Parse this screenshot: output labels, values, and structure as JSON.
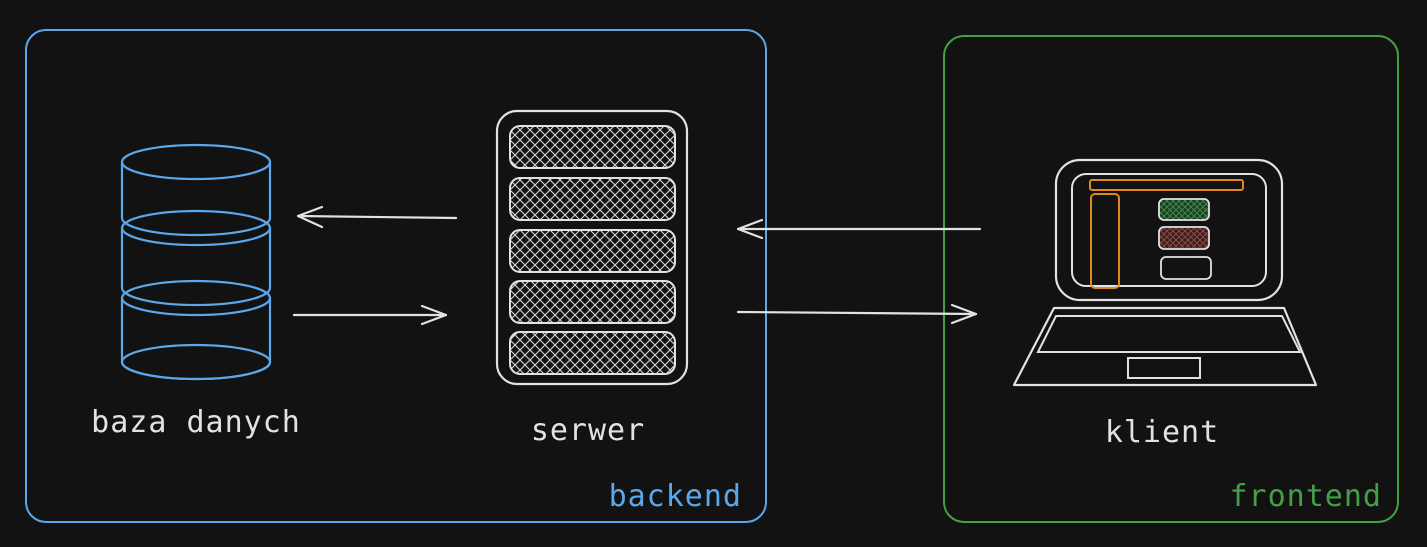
{
  "colors": {
    "background": "#121212",
    "backend": "#5aa7ec",
    "frontend": "#43a047",
    "stroke": "#e2e2e2",
    "ui_bar": "#e08a1e",
    "ui_green": "#2f7a3a",
    "ui_red": "#7a3a35"
  },
  "groups": {
    "backend": {
      "label": "backend"
    },
    "frontend": {
      "label": "frontend"
    }
  },
  "nodes": {
    "database": {
      "label": "baza danych",
      "icon": "database-icon"
    },
    "server": {
      "label": "serwer",
      "icon": "server-icon"
    },
    "client": {
      "label": "klient",
      "icon": "laptop-icon"
    }
  },
  "edges": [
    {
      "from": "server",
      "to": "database"
    },
    {
      "from": "database",
      "to": "server"
    },
    {
      "from": "client",
      "to": "server"
    },
    {
      "from": "server",
      "to": "client"
    }
  ]
}
